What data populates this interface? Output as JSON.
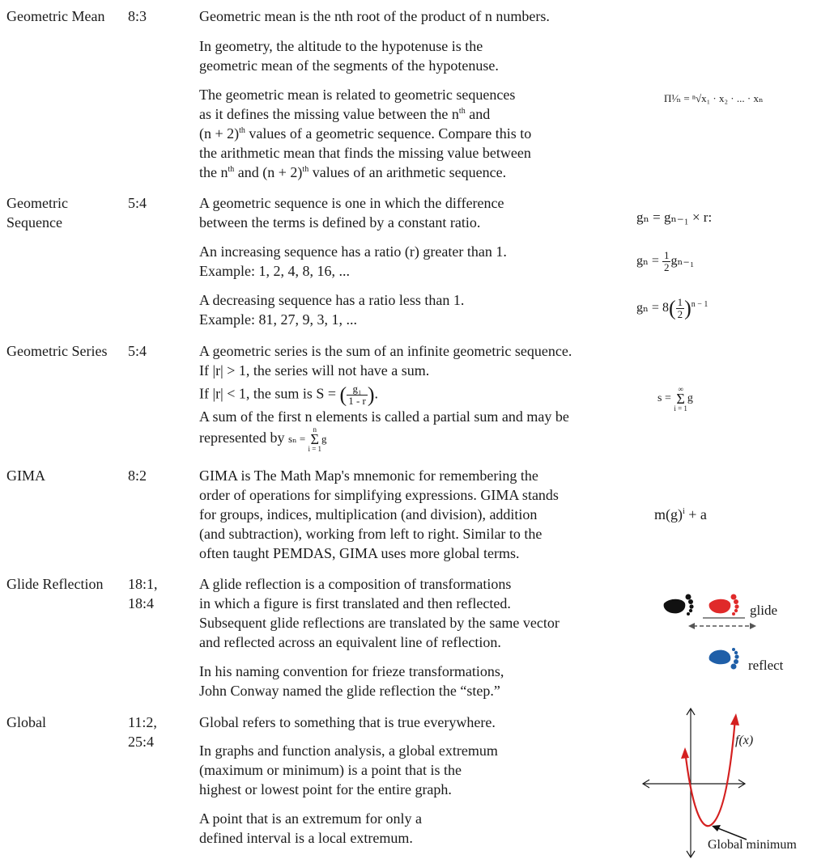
{
  "entries": {
    "geometric_mean": {
      "term": "Geometric Mean",
      "ref": "8:3",
      "p1": "Geometric mean is the nth root of the product of n numbers.",
      "p2_l1": "In geometry, the altitude to the hypotenuse is the",
      "p2_l2": "geometric mean of the segments of the hypotenuse.",
      "p3_l1": "The geometric mean is related to geometric sequences",
      "p3_l2a": "as it defines the missing value between the n",
      "p3_l2b": "th",
      "p3_l2c": " and",
      "p3_l3a": "(n + 2)",
      "p3_l3b": "th",
      "p3_l3c": " values of a geometric sequence.  Compare this to",
      "p3_l4": "the arithmetic mean that finds the missing value between",
      "p3_l5a": "the n",
      "p3_l5b": "th",
      "p3_l5c": " and (n + 2)",
      "p3_l5d": "th",
      "p3_l5e": " values of an arithmetic sequence.",
      "formula": "Π¹⁄ₙ = ⁿ√x₁ · x₂ · ... · xₙ"
    },
    "geometric_sequence": {
      "term": "Geometric Sequence",
      "ref": "5:4",
      "p1_l1": "A geometric sequence is one in which the difference",
      "p1_l2": "between the terms is defined by a constant ratio.",
      "p2_l1": "An increasing sequence has a ratio (r) greater than 1.",
      "p2_l2": "Example: 1, 2, 4, 8, 16, ...",
      "p3_l1": "A decreasing sequence has a ratio less than 1.",
      "p3_l2": "Example: 81, 27, 9, 3, 1, ...",
      "f1": "gₙ = gₙ₋₁ × r:",
      "f2_lhs": "gₙ = ",
      "f2_num": "1",
      "f2_den": "2",
      "f2_rhs": "gₙ₋₁",
      "f3_lhs": "gₙ = 8",
      "f3_exp": "n − 1"
    },
    "geometric_series": {
      "term": "Geometric Series",
      "ref": "5:4",
      "l1": "A geometric series is the sum of an infinite geometric sequence.",
      "l2": "If |r| > 1, the series will not have a sum.",
      "l3": "If |r| < 1, the sum is S = ",
      "l3_num": "g₁",
      "l3_den": "1 - r",
      "l4": "A sum of the first n elements is called a partial sum and may be",
      "l5": "represented by ",
      "sum_lhs": "sₙ = ",
      "sum_top": "n",
      "sum_var": "g",
      "sum_bottom": "i = 1",
      "f_lhs": "s = ",
      "f_top": "∞",
      "f_var": "g",
      "f_bottom": "i = 1"
    },
    "gima": {
      "term": "GIMA",
      "ref": "8:2",
      "l1": "GIMA is The Math Map's mnemonic for remembering the",
      "l2": "order of operations for simplifying expressions. GIMA stands",
      "l3": "for groups, indices, multiplication (and division), addition",
      "l4": "(and subtraction), working from left to right. Similar to the",
      "l5": "often taught PEMDAS, GIMA uses more global terms.",
      "formula_a": "m(g)",
      "formula_b": "i",
      "formula_c": " + a"
    },
    "glide_reflection": {
      "term": "Glide Reflection",
      "ref_l1": "18:1,",
      "ref_l2": "18:4",
      "p1_l1": "A glide reflection is a composition of transformations",
      "p1_l2": "in which a figure is first translated and then reflected.",
      "p1_l3": "Subsequent glide reflections are translated by the same vector",
      "p1_l4": "and reflected across an equivalent line of reflection.",
      "p2_l1": "In his naming convention for frieze transformations,",
      "p2_l2": "John Conway named the glide reflection the “step.”",
      "fig_glide": "glide",
      "fig_reflect": "reflect",
      "colors": {
        "black": "#111111",
        "red": "#e02a2a",
        "blue": "#1f5fa8"
      }
    },
    "global": {
      "term": "Global",
      "ref_l1": "11:2,",
      "ref_l2": "25:4",
      "p1": "Global refers to something that is true everywhere.",
      "p2_l1": "In graphs and function analysis, a global extremum",
      "p2_l2": "(maximum or minimum) is a point that is the",
      "p2_l3": "highest or lowest point for the entire graph.",
      "p3_l1": "A point that is an extremum for only a",
      "p3_l2": "defined interval is a local extremum.",
      "graph_label": "f(x)",
      "graph_annotation": "Global minimum",
      "curve_color": "#d42020"
    }
  }
}
